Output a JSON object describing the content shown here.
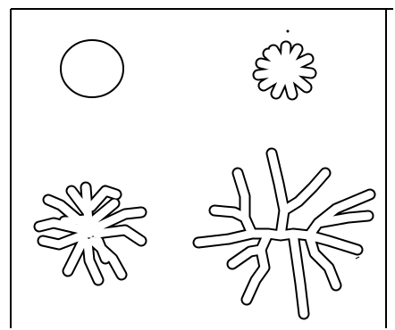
{
  "figure": {
    "panels": [
      {
        "shape": "circle"
      },
      {
        "shape": "small-lobed-blob"
      },
      {
        "shape": "branched-star"
      },
      {
        "shape": "large-branched-network"
      }
    ],
    "stroke_color": "#000000",
    "background_color": "#ffffff"
  }
}
